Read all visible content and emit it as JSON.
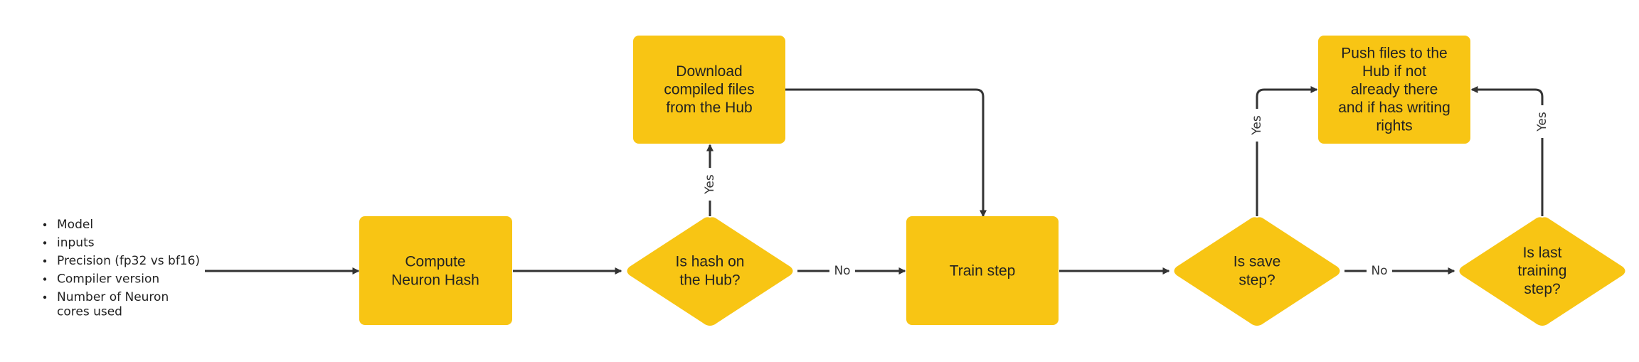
{
  "theme": {
    "node_fill": "#F8C514",
    "edge_color": "#333333",
    "text_color": "#222222"
  },
  "inputs": {
    "items": [
      [
        "Model"
      ],
      [
        "inputs"
      ],
      [
        "Precision (fp32 vs bf16)"
      ],
      [
        "Compiler version"
      ],
      [
        "Number of Neuron",
        "cores used"
      ]
    ]
  },
  "nodes": {
    "compute_hash": {
      "lines": [
        "Compute",
        "Neuron Hash"
      ]
    },
    "hash_on_hub": {
      "lines": [
        "Is hash on",
        "the Hub?"
      ]
    },
    "download": {
      "lines": [
        "Download",
        "compiled files",
        "from the Hub"
      ]
    },
    "train_step": {
      "lines": [
        "Train step"
      ]
    },
    "is_save_step": {
      "lines": [
        "Is save",
        "step?"
      ]
    },
    "push_files": {
      "lines": [
        "Push files to the",
        "Hub if not",
        "already there",
        "and if has writing",
        "rights"
      ]
    },
    "is_last_step": {
      "lines": [
        "Is last",
        "training",
        "step?"
      ]
    }
  },
  "edges": {
    "hash_yes": "Yes",
    "hash_no": "No",
    "save_yes": "Yes",
    "save_no": "No",
    "last_yes": "Yes"
  }
}
